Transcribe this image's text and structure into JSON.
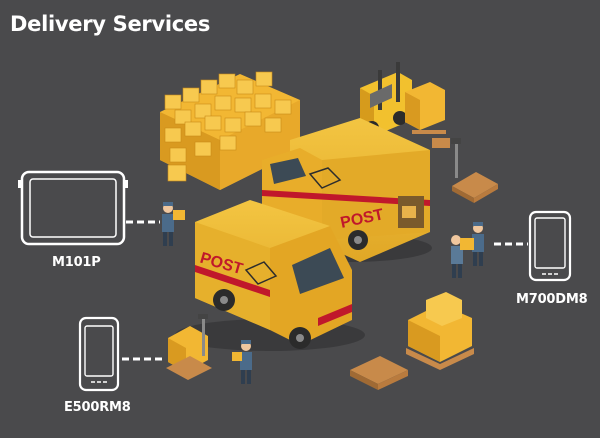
{
  "title": "Delivery Services",
  "devices": {
    "tablet": {
      "label": "M101P"
    },
    "handheld_right": {
      "label": "M700DM8"
    },
    "handheld_left": {
      "label": "E500RM8"
    }
  },
  "van_marking": "POST",
  "colors": {
    "background": "#4a4a4c",
    "van": "#e6b02c",
    "van_dark": "#b9831b",
    "stripe": "#c0182b",
    "box": "#f2b733",
    "pallet": "#c88a4a"
  }
}
